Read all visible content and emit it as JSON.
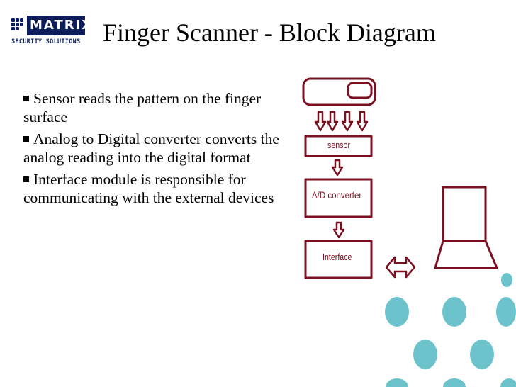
{
  "logo": {
    "wordmark": "MATRIX",
    "tagline": "SECURITY SOLUTIONS"
  },
  "slide": {
    "title": "Finger Scanner - Block Diagram"
  },
  "bullets": [
    "Sensor reads the pattern on the finger surface",
    "Analog to Digital converter converts the analog reading into the digital  format",
    "Interface module is responsible for communicating with the external devices"
  ],
  "diagram": {
    "blocks": {
      "sensor": "sensor",
      "adc": "A/D converter",
      "interface": "Interface"
    },
    "colors": {
      "block_stroke": "#7a1020",
      "decor_dots": "#6cc3cc",
      "logo_navy": "#0d1d5a"
    }
  }
}
